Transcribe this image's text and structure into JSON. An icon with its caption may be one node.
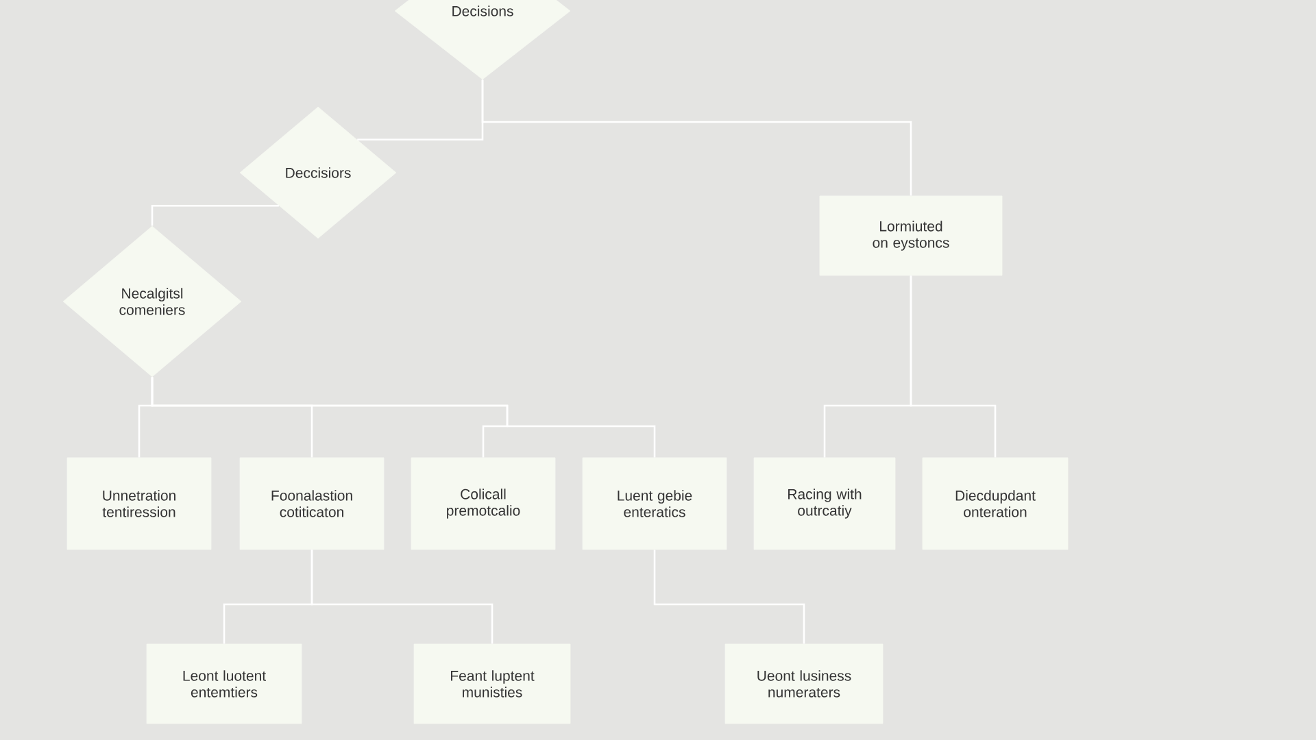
{
  "diagram": {
    "nodes": [
      {
        "text": [
          "Decisions"
        ]
      },
      {
        "text": [
          "Deccisiors"
        ]
      },
      {
        "text": [
          "Necalgitsl comeniers"
        ]
      },
      {
        "text": [
          "Lormiuted on eystoncs"
        ]
      },
      {
        "text": [
          "Unnetration tentiression"
        ]
      },
      {
        "text": [
          "Foonalastion cotiticaton"
        ]
      },
      {
        "text": [
          "Colicall premotcalio"
        ]
      },
      {
        "text": [
          "Luent gebie enteratics"
        ]
      },
      {
        "text": [
          "Racing with outrcatiy"
        ]
      },
      {
        "text": [
          "Diecdupdant onteration"
        ]
      },
      {
        "text": [
          "Leont luotent entemtiers"
        ]
      },
      {
        "text": [
          "Feant luptent munisties"
        ]
      },
      {
        "text": [
          "Ueont lusiness numeraters"
        ]
      }
    ],
    "edges": [
      {
        "from": 0,
        "to": 1,
        "arrow": "none"
      },
      {
        "from": 0,
        "to": 3,
        "arrow": "none"
      },
      {
        "from": 1,
        "to": 2,
        "arrow": "none"
      },
      {
        "from": 2,
        "to": 4,
        "arrow": "none"
      },
      {
        "from": 2,
        "to": 5,
        "arrow": "none"
      },
      {
        "from": 2,
        "to": 6,
        "arrow": "none"
      },
      {
        "from": 2,
        "to": 7,
        "arrow": "none"
      },
      {
        "from": 3,
        "to": 8,
        "arrow": "none"
      },
      {
        "from": 3,
        "to": 9,
        "arrow": "none"
      },
      {
        "from": 5,
        "to": 10,
        "arrow": "none"
      },
      {
        "from": 5,
        "to": 11,
        "arrow": "none"
      },
      {
        "from": 7,
        "to": 12,
        "arrow": "none"
      }
    ]
  }
}
